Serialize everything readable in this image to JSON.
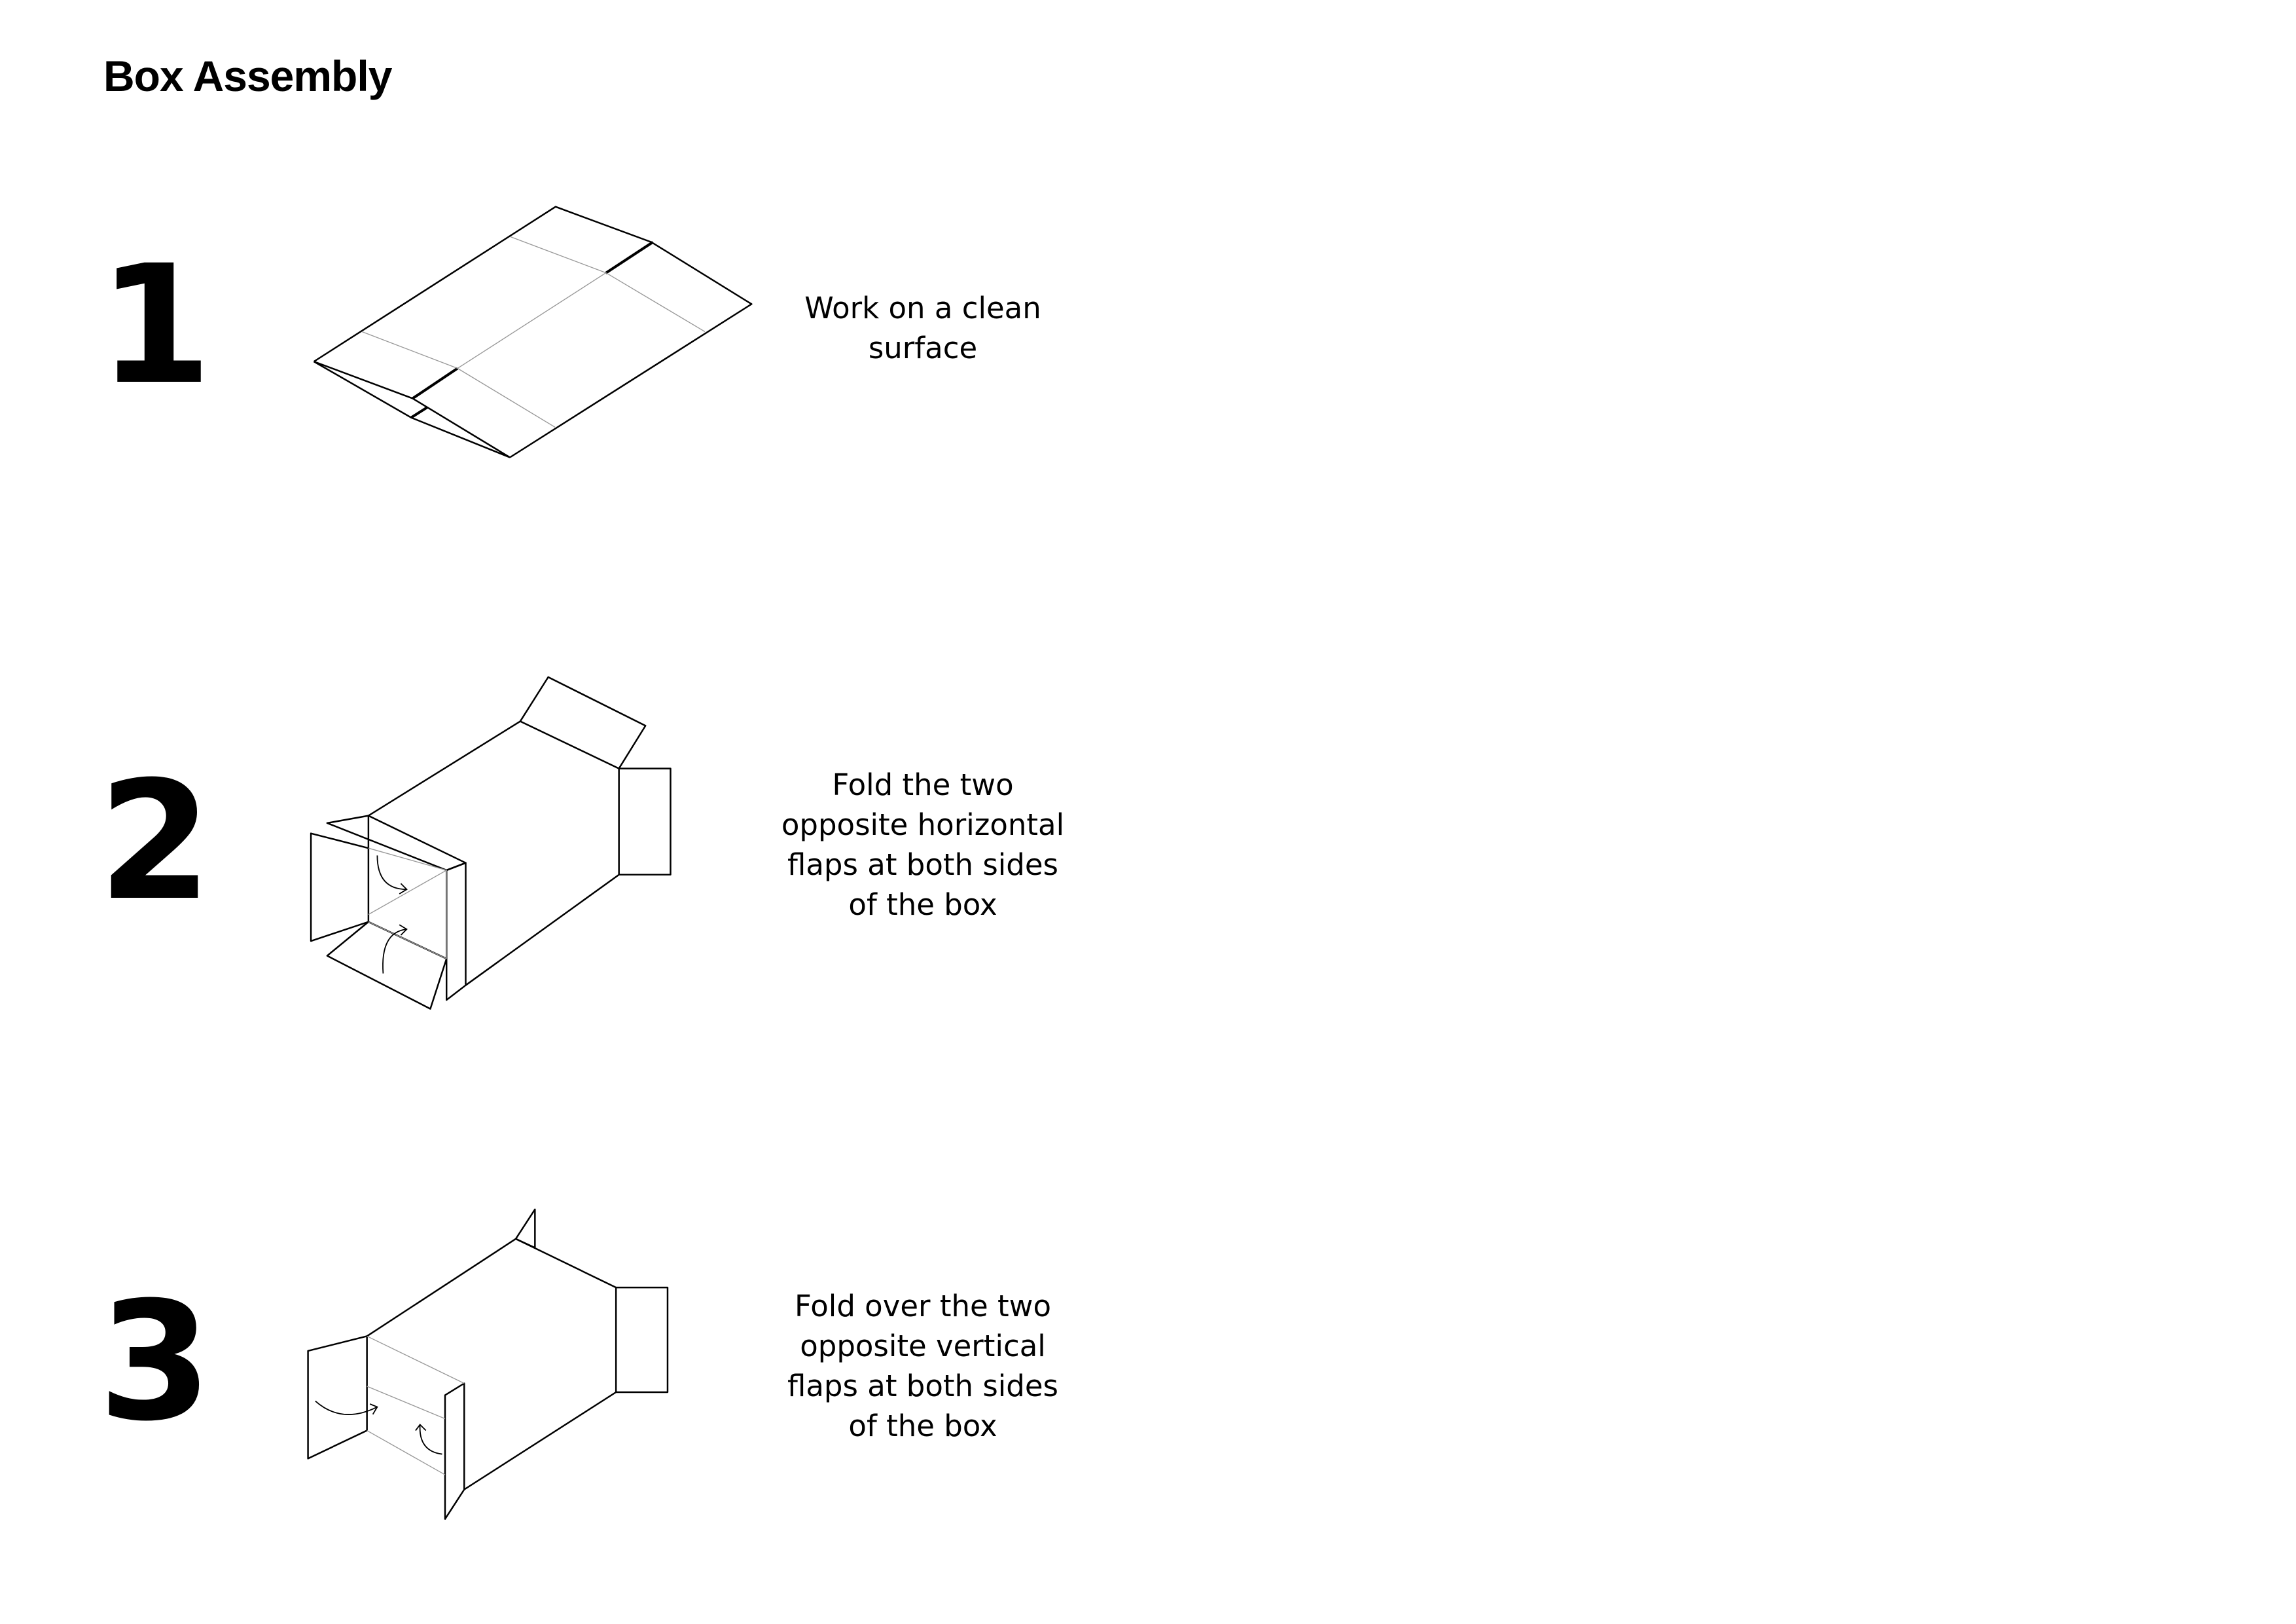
{
  "title": "Box Assembly",
  "steps": [
    {
      "number": "1",
      "lines": [
        "Work on a clean",
        "surface"
      ]
    },
    {
      "number": "2",
      "lines": [
        "Fold the two",
        "opposite horizontal",
        "flaps at both sides",
        "of the box"
      ]
    },
    {
      "number": "3",
      "lines": [
        "Fold over the two",
        "opposite vertical",
        "flaps at both sides",
        "of the box"
      ]
    }
  ]
}
